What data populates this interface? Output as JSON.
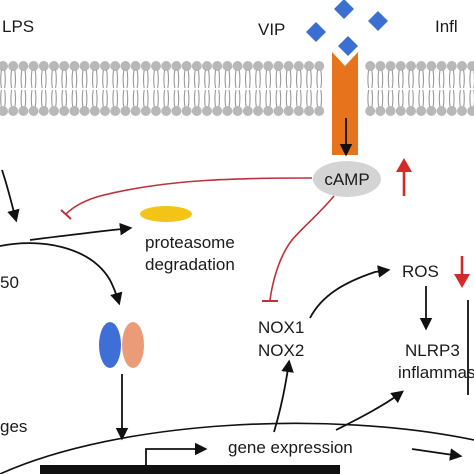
{
  "labels": {
    "lps": "LPS",
    "vip": "VIP",
    "infl": "Infl",
    "camp": "cAMP",
    "proteasome_line1": "proteasome",
    "proteasome_line2": "degradation",
    "p50_partial": "50",
    "ros": "ROS",
    "nox1": "NOX1",
    "nox2": "NOX2",
    "nlrp3": "NLRP3",
    "inflammasome": "inflammasome",
    "ges_partial": "ges",
    "gene_expression": "gene expression"
  },
  "indicators": {
    "camp_change": "up",
    "ros_change": "down"
  },
  "colors": {
    "membrane_head": "#b8b8b8",
    "membrane_tail": "#9a9a9a",
    "receptor": "#e8731d",
    "vip_diamond": "#3b6fd1",
    "camp_oval": "#d4d4d4",
    "proteasome_oval": "#f3c416",
    "inhibition_line": "#c0303a",
    "arrow": "#111111",
    "up_arrow": "#d42a2a",
    "down_arrow": "#d42a2a",
    "dimer_left": "#3d6fd6",
    "dimer_right": "#ec9b78"
  }
}
